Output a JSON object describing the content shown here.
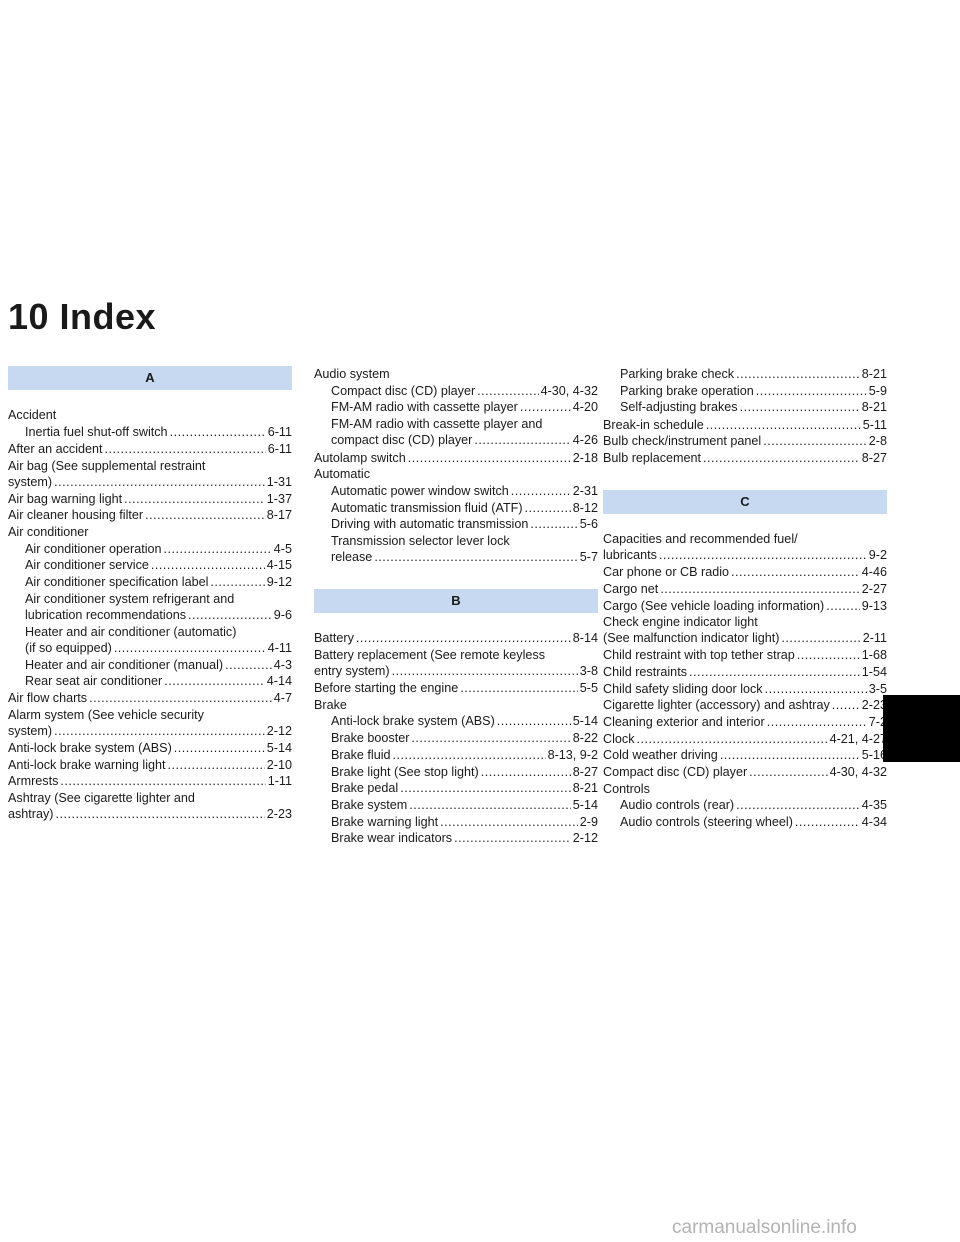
{
  "page": {
    "title": "10 Index",
    "watermark": "carmanualsonline.info"
  },
  "columns": [
    [
      {
        "k": "hdr",
        "text": "A"
      },
      {
        "k": "plain",
        "text": "Accident"
      },
      {
        "k": "entry",
        "sub": true,
        "text": "Inertia fuel shut-off switch",
        "page": "6-11"
      },
      {
        "k": "entry",
        "text": "After an accident",
        "page": "6-11"
      },
      {
        "k": "entry",
        "pre": "Air bag (See supplemental restraint",
        "text": "system)",
        "page": "1-31"
      },
      {
        "k": "entry",
        "text": "Air bag warning light",
        "page": "1-37"
      },
      {
        "k": "entry",
        "text": "Air cleaner housing filter",
        "page": "8-17"
      },
      {
        "k": "plain",
        "text": "Air conditioner"
      },
      {
        "k": "entry",
        "sub": true,
        "text": "Air conditioner operation",
        "page": "4-5"
      },
      {
        "k": "entry",
        "sub": true,
        "text": "Air conditioner service",
        "page": "4-15"
      },
      {
        "k": "entry",
        "sub": true,
        "text": "Air conditioner specification label",
        "page": "9-12"
      },
      {
        "k": "entry",
        "sub": true,
        "pre": "Air conditioner system refrigerant and",
        "text": "lubrication recommendations",
        "page": "9-6"
      },
      {
        "k": "entry",
        "sub": true,
        "pre": "Heater and air conditioner (automatic)",
        "text": "(if so equipped)",
        "page": "4-11"
      },
      {
        "k": "entry",
        "sub": true,
        "text": "Heater and air conditioner (manual)",
        "page": "4-3"
      },
      {
        "k": "entry",
        "sub": true,
        "text": "Rear seat air conditioner",
        "page": "4-14"
      },
      {
        "k": "entry",
        "text": "Air flow charts",
        "page": "4-7"
      },
      {
        "k": "entry",
        "pre": "Alarm system (See vehicle security",
        "text": "system)",
        "page": "2-12"
      },
      {
        "k": "entry",
        "text": "Anti-lock brake system (ABS)",
        "page": "5-14"
      },
      {
        "k": "entry",
        "text": "Anti-lock brake warning light",
        "page": "2-10"
      },
      {
        "k": "entry",
        "text": "Armrests",
        "page": "1-11"
      },
      {
        "k": "entry",
        "pre": "Ashtray (See cigarette lighter and",
        "text": "ashtray)",
        "page": "2-23"
      }
    ],
    [
      {
        "k": "plain",
        "text": "Audio system"
      },
      {
        "k": "entry",
        "sub": true,
        "text": "Compact disc (CD) player",
        "page": "4-30, 4-32"
      },
      {
        "k": "entry",
        "sub": true,
        "text": "FM-AM radio with cassette player",
        "page": "4-20"
      },
      {
        "k": "entry",
        "sub": true,
        "pre": "FM-AM radio with cassette player and",
        "text": "compact disc (CD) player",
        "page": "4-26"
      },
      {
        "k": "entry",
        "text": "Autolamp switch",
        "page": "2-18"
      },
      {
        "k": "plain",
        "text": "Automatic"
      },
      {
        "k": "entry",
        "sub": true,
        "text": "Automatic power window switch",
        "page": "2-31"
      },
      {
        "k": "entry",
        "sub": true,
        "text": "Automatic transmission fluid (ATF)",
        "page": "8-12"
      },
      {
        "k": "entry",
        "sub": true,
        "text": "Driving with automatic transmission",
        "page": "5-6"
      },
      {
        "k": "entry",
        "sub": true,
        "pre": "Transmission selector lever lock",
        "text": "release",
        "page": "5-7"
      },
      {
        "k": "hdr",
        "text": "B"
      },
      {
        "k": "entry",
        "text": "Battery",
        "page": "8-14"
      },
      {
        "k": "entry",
        "pre": "Battery replacement (See remote keyless",
        "text": "entry system)",
        "page": "3-8"
      },
      {
        "k": "entry",
        "text": "Before starting the engine",
        "page": "5-5"
      },
      {
        "k": "plain",
        "text": "Brake"
      },
      {
        "k": "entry",
        "sub": true,
        "text": "Anti-lock brake system (ABS)",
        "page": "5-14"
      },
      {
        "k": "entry",
        "sub": true,
        "text": "Brake booster",
        "page": "8-22"
      },
      {
        "k": "entry",
        "sub": true,
        "text": "Brake fluid",
        "page": "8-13, 9-2"
      },
      {
        "k": "entry",
        "sub": true,
        "text": "Brake light (See stop light)",
        "page": "8-27"
      },
      {
        "k": "entry",
        "sub": true,
        "text": "Brake pedal",
        "page": "8-21"
      },
      {
        "k": "entry",
        "sub": true,
        "text": "Brake system",
        "page": "5-14"
      },
      {
        "k": "entry",
        "sub": true,
        "text": "Brake warning light",
        "page": "2-9"
      },
      {
        "k": "entry",
        "sub": true,
        "text": "Brake wear indicators",
        "page": "2-12"
      }
    ],
    [
      {
        "k": "entry",
        "sub": true,
        "text": "Parking brake check",
        "page": "8-21"
      },
      {
        "k": "entry",
        "sub": true,
        "text": "Parking brake operation",
        "page": "5-9"
      },
      {
        "k": "entry",
        "sub": true,
        "text": "Self-adjusting brakes",
        "page": "8-21"
      },
      {
        "k": "entry",
        "text": "Break-in schedule",
        "page": "5-11"
      },
      {
        "k": "entry",
        "text": "Bulb check/instrument panel",
        "page": "2-8"
      },
      {
        "k": "entry",
        "text": "Bulb replacement",
        "page": "8-27"
      },
      {
        "k": "hdr",
        "text": "C"
      },
      {
        "k": "entry",
        "pre": "Capacities and recommended fuel/",
        "text": "lubricants",
        "page": "9-2"
      },
      {
        "k": "entry",
        "text": "Car phone or CB radio",
        "page": "4-46"
      },
      {
        "k": "entry",
        "text": "Cargo net",
        "page": "2-27"
      },
      {
        "k": "entry",
        "text": "Cargo (See vehicle loading information)",
        "page": "9-13"
      },
      {
        "k": "entry",
        "pre": "Check engine indicator light",
        "text": "(See malfunction indicator light)",
        "page": "2-11"
      },
      {
        "k": "entry",
        "text": "Child restraint with top tether strap",
        "page": "1-68"
      },
      {
        "k": "entry",
        "text": "Child restraints",
        "page": "1-54"
      },
      {
        "k": "entry",
        "text": "Child safety sliding door lock",
        "page": "3-5"
      },
      {
        "k": "entry",
        "text": "Cigarette lighter (accessory) and ashtray",
        "page": "2-23"
      },
      {
        "k": "entry",
        "text": "Cleaning exterior and interior",
        "page": "7-2"
      },
      {
        "k": "entry",
        "text": "Clock",
        "page": "4-21, 4-27"
      },
      {
        "k": "entry",
        "text": "Cold weather driving",
        "page": "5-16"
      },
      {
        "k": "entry",
        "text": "Compact disc (CD) player",
        "page": "4-30, 4-32"
      },
      {
        "k": "plain",
        "text": "Controls"
      },
      {
        "k": "entry",
        "sub": true,
        "text": "Audio controls (rear)",
        "page": "4-35"
      },
      {
        "k": "entry",
        "sub": true,
        "text": "Audio controls (steering wheel)",
        "page": "4-34"
      }
    ]
  ]
}
